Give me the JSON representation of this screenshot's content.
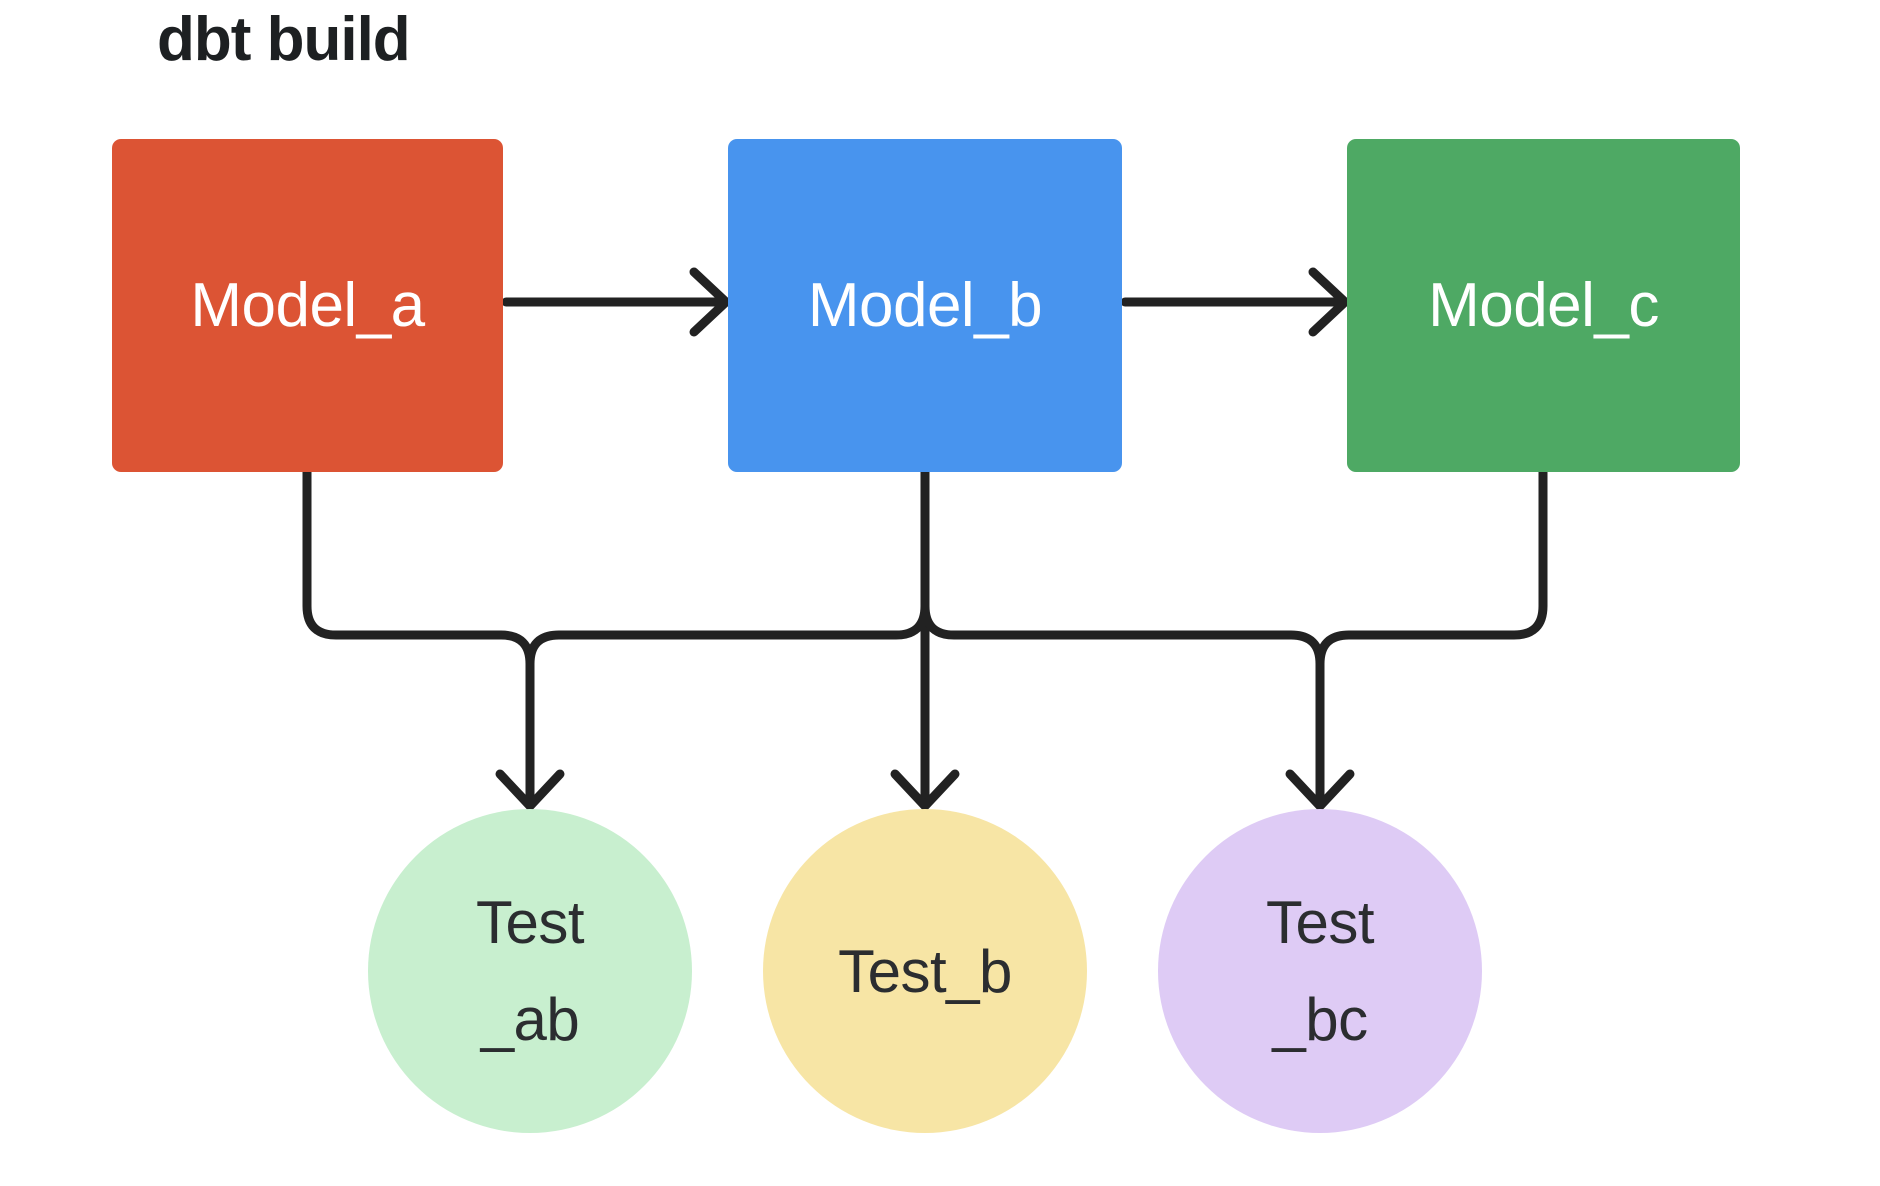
{
  "diagram": {
    "title": "dbt build",
    "background": "#ffffff",
    "connector_color": "#222222",
    "title_color": "#1d2022"
  },
  "models": [
    {
      "id": "model_a",
      "label": "Model_a",
      "color": "#dc5434",
      "text_color": "#ffffff"
    },
    {
      "id": "model_b",
      "label": "Model_b",
      "color": "#4894ee",
      "text_color": "#ffffff"
    },
    {
      "id": "model_c",
      "label": "Model_c",
      "color": "#4ea964",
      "text_color": "#ffffff"
    }
  ],
  "tests": [
    {
      "id": "test_ab",
      "lines": [
        "Test",
        "_ab"
      ],
      "color": "#c8efcf",
      "text_color": "#2b2d30"
    },
    {
      "id": "test_b",
      "lines": [
        "Test_b"
      ],
      "color": "#f7e5a5",
      "text_color": "#2b2d30"
    },
    {
      "id": "test_bc",
      "lines": [
        "Test",
        "_bc"
      ],
      "color": "#decbf5",
      "text_color": "#2b2d30"
    }
  ],
  "edges": [
    {
      "from": "Model_a",
      "to": "Model_b"
    },
    {
      "from": "Model_b",
      "to": "Model_c"
    },
    {
      "from": "Model_a",
      "to": "Test_ab"
    },
    {
      "from": "Model_b",
      "to": "Test_ab"
    },
    {
      "from": "Model_b",
      "to": "Test_b"
    },
    {
      "from": "Model_b",
      "to": "Test_bc"
    },
    {
      "from": "Model_c",
      "to": "Test_bc"
    }
  ]
}
